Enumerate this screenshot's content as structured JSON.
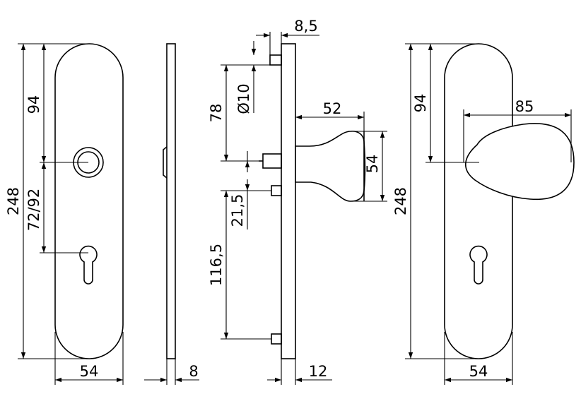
{
  "drawing": {
    "front_plate_dimensions": {
      "height": "248",
      "top_to_knob": "94",
      "knob_to_cylinder": "72/92",
      "width": "54"
    },
    "side_plate_dimensions": {
      "thickness": "8"
    },
    "knob_side_dimensions": {
      "pin_offset": "8,5",
      "top_to_knob": "78",
      "pin_diameter": "Ø10",
      "knob_projection": "52",
      "knob_diameter": "54",
      "knob_to_screw": "21,5",
      "screw_spacing": "116,5",
      "plate_thickness": "12"
    },
    "knob_front_dimensions": {
      "height": "248",
      "top_to_knob": "94",
      "knob_width": "85",
      "width": "54"
    }
  }
}
